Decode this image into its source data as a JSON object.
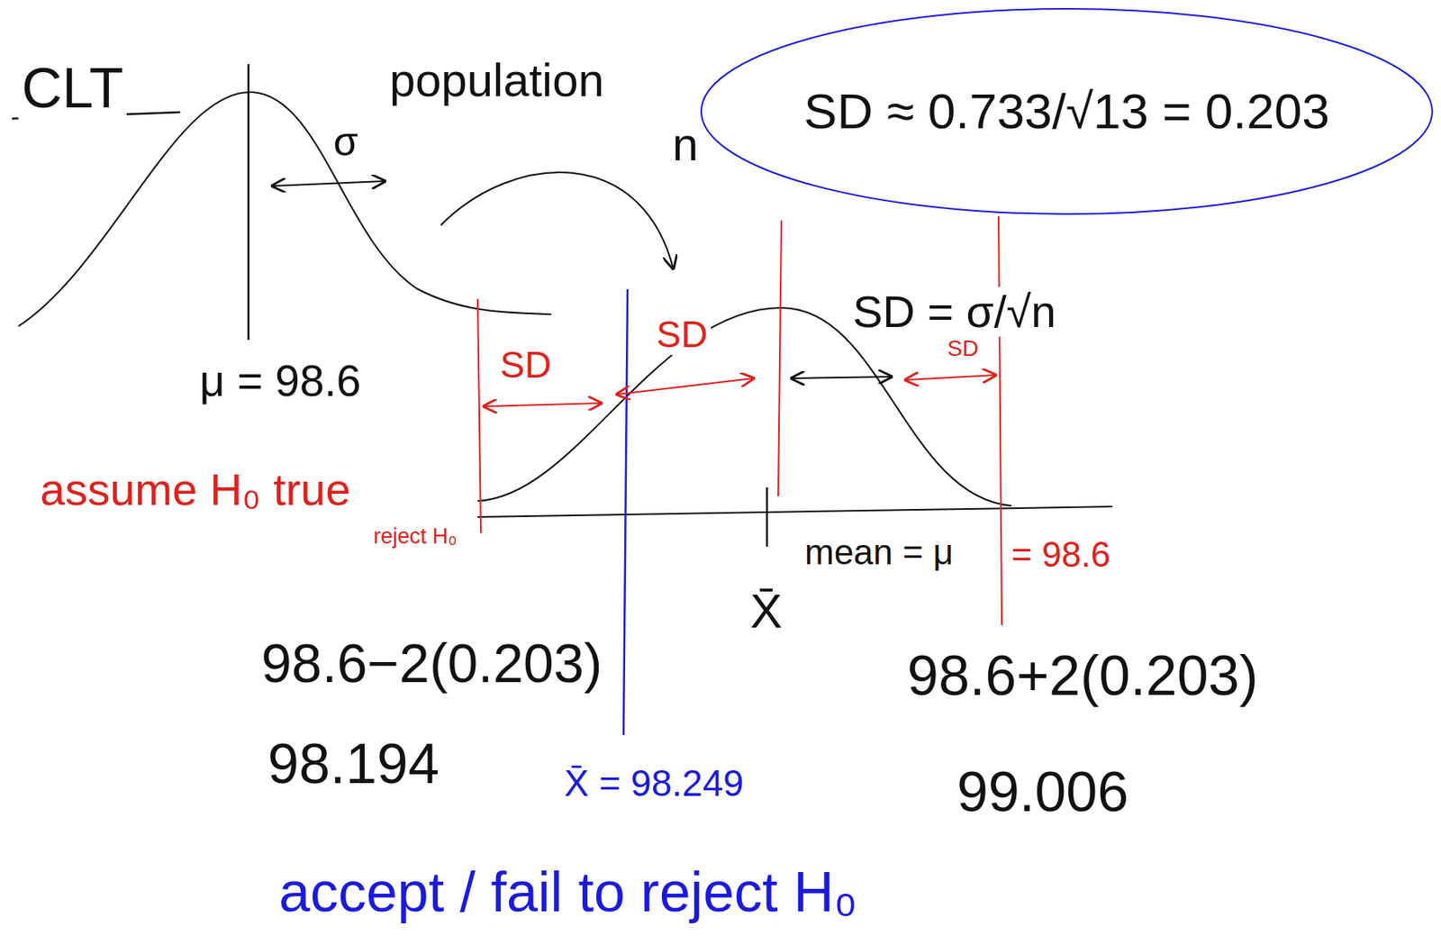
{
  "diagram": {
    "nodes": [
      {
        "text": [
          "SD ≈ 0.733/√13 = 0.203"
        ]
      }
    ],
    "labels": [
      "CLT",
      "population",
      "σ",
      "n",
      "SD = σ/√n",
      "SD",
      "SD",
      "SD",
      "μ = 98.6",
      "assume H₀ true",
      "reject H₀",
      "mean = μ",
      "= 98.6",
      "X̄",
      "98.6−2(0.203)",
      "98.6+2(0.203)",
      "98.194",
      "X̄ = 98.249",
      "99.006",
      "accept / fail to reject H₀"
    ]
  }
}
